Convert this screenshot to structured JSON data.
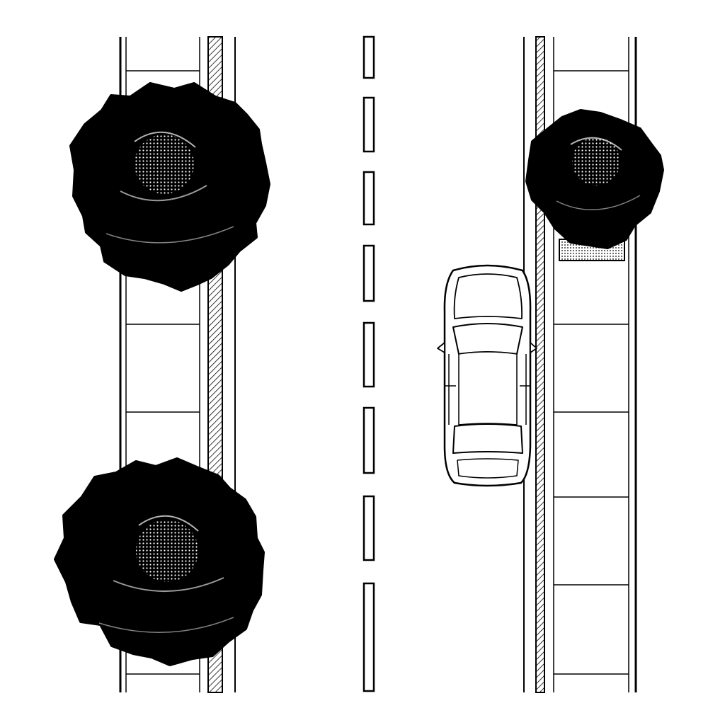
{
  "scene": {
    "description_elements": [
      "left-sidewalk",
      "right-sidewalk",
      "center-lane-dashes",
      "parked-car",
      "tree-canopies"
    ],
    "palette": {
      "ink": "#000000",
      "paper": "#ffffff",
      "shade": "#2a2a2a"
    },
    "icons": {
      "tree": "tree-canopy-icon",
      "car": "car-icon"
    }
  }
}
